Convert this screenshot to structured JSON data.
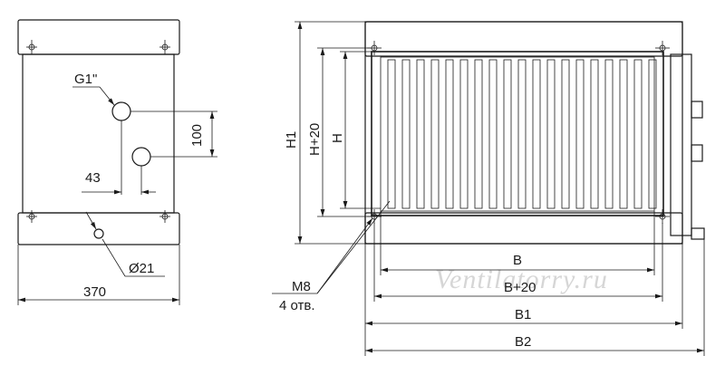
{
  "watermark": "Ventilatorry.ru",
  "side_view": {
    "pipe_thread_label": "G1\"",
    "pipe_spacing_label": "100",
    "pipe_offset_label": "43",
    "hole_diameter_label": "Ø21",
    "width_label": "370"
  },
  "front_view": {
    "height_h1_label": "H1",
    "height_h20_label": "H+20",
    "height_h_label": "H",
    "width_b_label": "B",
    "width_b20_label": "B+20",
    "width_b1_label": "B1",
    "width_b2_label": "B2",
    "bolt_label": "M8",
    "holes_count_label": "4 отв."
  }
}
